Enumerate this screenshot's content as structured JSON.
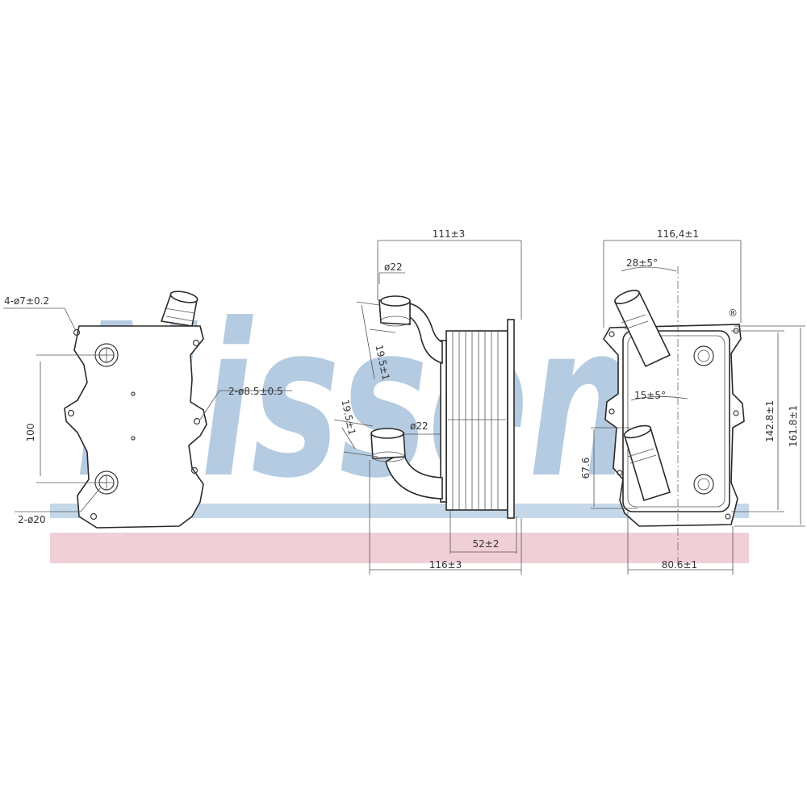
{
  "watermark": {
    "text": "Nissens",
    "registered": "®",
    "color": "#a9c3dc",
    "band_blue": "#c5d8ea",
    "band_pink": "#f1cfd6"
  },
  "front_view": {
    "holes_label": "4-ø7±0.2",
    "side_holes_label": "2-ø8.5±0.5",
    "pitch_label": "100",
    "ports_label": "2-ø20"
  },
  "side_view": {
    "top_width": "111±3",
    "upper_pipe_dia": "ø22",
    "upper_offset": "19.5±1",
    "lower_offset": "19.5±1",
    "lower_pipe_dia": "ø22",
    "stack_width": "52±2",
    "overall_width": "116±3"
  },
  "rear_view": {
    "top_width": "116,4±1",
    "angle_top": "28±5°",
    "angle_mid": "15±5°",
    "inner_height": "142.8±1",
    "outer_height": "161.8±1",
    "port_spacing": "67.6",
    "bottom_width": "80.6±1"
  }
}
